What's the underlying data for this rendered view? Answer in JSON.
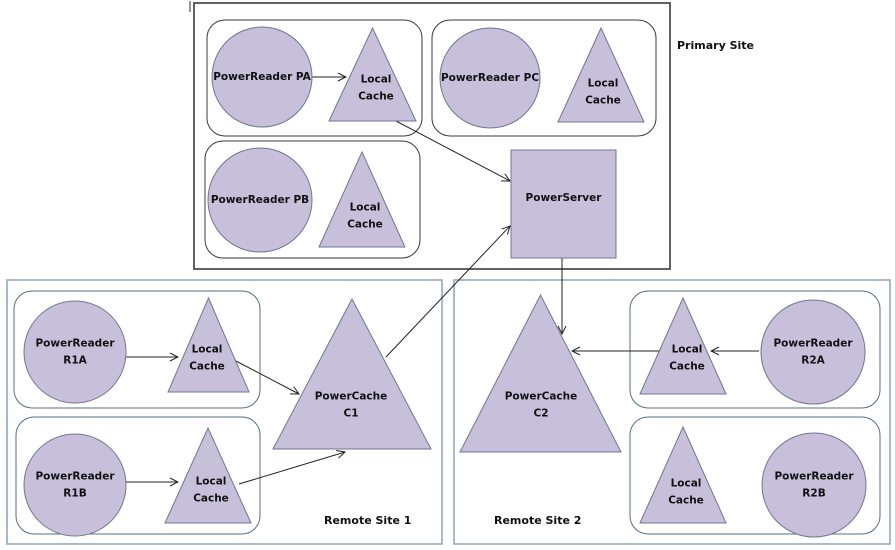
{
  "sites": {
    "primary": {
      "label": "Primary Site"
    },
    "remote1": {
      "label": "Remote Site 1"
    },
    "remote2": {
      "label": "Remote Site 2"
    }
  },
  "nodes": {
    "readerPA": {
      "type": "reader",
      "lines": [
        "PowerReader PA"
      ]
    },
    "cachePA": {
      "type": "local-cache",
      "lines": [
        "Local",
        "Cache"
      ]
    },
    "readerPC": {
      "type": "reader",
      "lines": [
        "PowerReader PC"
      ]
    },
    "cachePC": {
      "type": "local-cache",
      "lines": [
        "Local",
        "Cache"
      ]
    },
    "readerPB": {
      "type": "reader",
      "lines": [
        "PowerReader PB"
      ]
    },
    "cachePB": {
      "type": "local-cache",
      "lines": [
        "Local",
        "Cache"
      ]
    },
    "server": {
      "type": "server",
      "lines": [
        "PowerServer"
      ]
    },
    "readerR1A": {
      "type": "reader",
      "lines": [
        "PowerReader",
        "R1A"
      ]
    },
    "cacheR1A": {
      "type": "local-cache",
      "lines": [
        "Local",
        "Cache"
      ]
    },
    "readerR1B": {
      "type": "reader",
      "lines": [
        "PowerReader",
        "R1B"
      ]
    },
    "cacheR1B": {
      "type": "local-cache",
      "lines": [
        "Local",
        "Cache"
      ]
    },
    "powerCacheC1": {
      "type": "power-cache",
      "lines": [
        "PowerCache",
        "C1"
      ]
    },
    "powerCacheC2": {
      "type": "power-cache",
      "lines": [
        "PowerCache",
        "C2"
      ]
    },
    "readerR2A": {
      "type": "reader",
      "lines": [
        "PowerReader",
        "R2A"
      ]
    },
    "cacheR2A": {
      "type": "local-cache",
      "lines": [
        "Local",
        "Cache"
      ]
    },
    "readerR2B": {
      "type": "reader",
      "lines": [
        "PowerReader",
        "R2B"
      ]
    },
    "cacheR2B": {
      "type": "local-cache",
      "lines": [
        "Local",
        "Cache"
      ]
    }
  },
  "edges": [
    {
      "from": "readerPA",
      "to": "cachePA"
    },
    {
      "from": "cachePA",
      "to": "server"
    },
    {
      "from": "powerCacheC1",
      "to": "server"
    },
    {
      "from": "server",
      "to": "powerCacheC2"
    },
    {
      "from": "readerR1A",
      "to": "cacheR1A"
    },
    {
      "from": "cacheR1A",
      "to": "powerCacheC1"
    },
    {
      "from": "readerR1B",
      "to": "cacheR1B"
    },
    {
      "from": "cacheR1B",
      "to": "powerCacheC1"
    },
    {
      "from": "readerR2A",
      "to": "cacheR2A"
    },
    {
      "from": "cacheR2A",
      "to": "powerCacheC2"
    }
  ],
  "colors": {
    "node_fill": "#c8bfdb",
    "node_stroke": "#6f7791",
    "primary_border": "#2e2e2e",
    "remote_border": "#8fa9bf"
  }
}
